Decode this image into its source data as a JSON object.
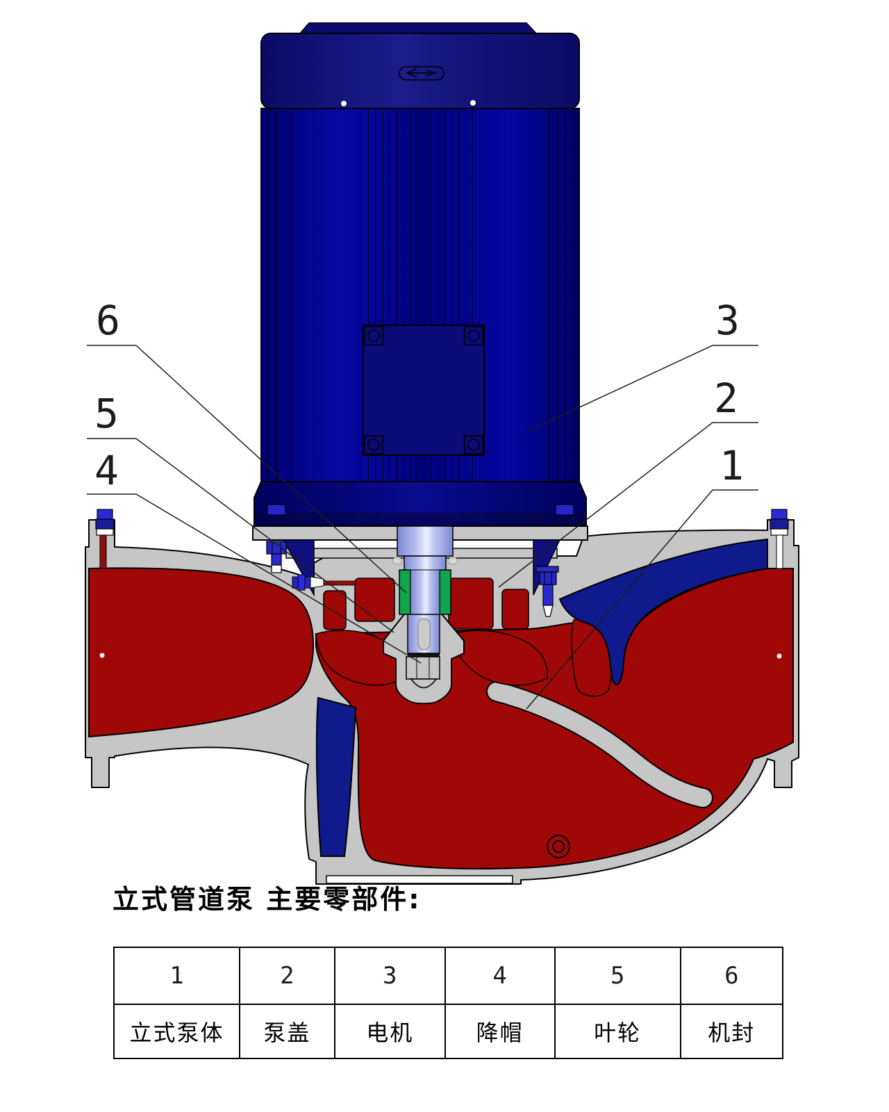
{
  "title": "立式管道泵 主要零部件:",
  "callouts": [
    "6",
    "5",
    "4",
    "3",
    "2",
    "1"
  ],
  "table": {
    "headers": [
      "1",
      "2",
      "3",
      "4",
      "5",
      "6"
    ],
    "parts": [
      "立式泵体",
      "泵盖",
      "电机",
      "降帽",
      "叶轮",
      "机封"
    ]
  },
  "colors": {
    "motor_navy": "#00008b",
    "volute_navy": "#0f1a8c",
    "pump_red": "#a00707",
    "casing_gray": "#c6c6c6",
    "seal_green": "#0fa54c",
    "bolt_blue": "#2525c8",
    "shaft_lavender": "#aab4f0"
  }
}
